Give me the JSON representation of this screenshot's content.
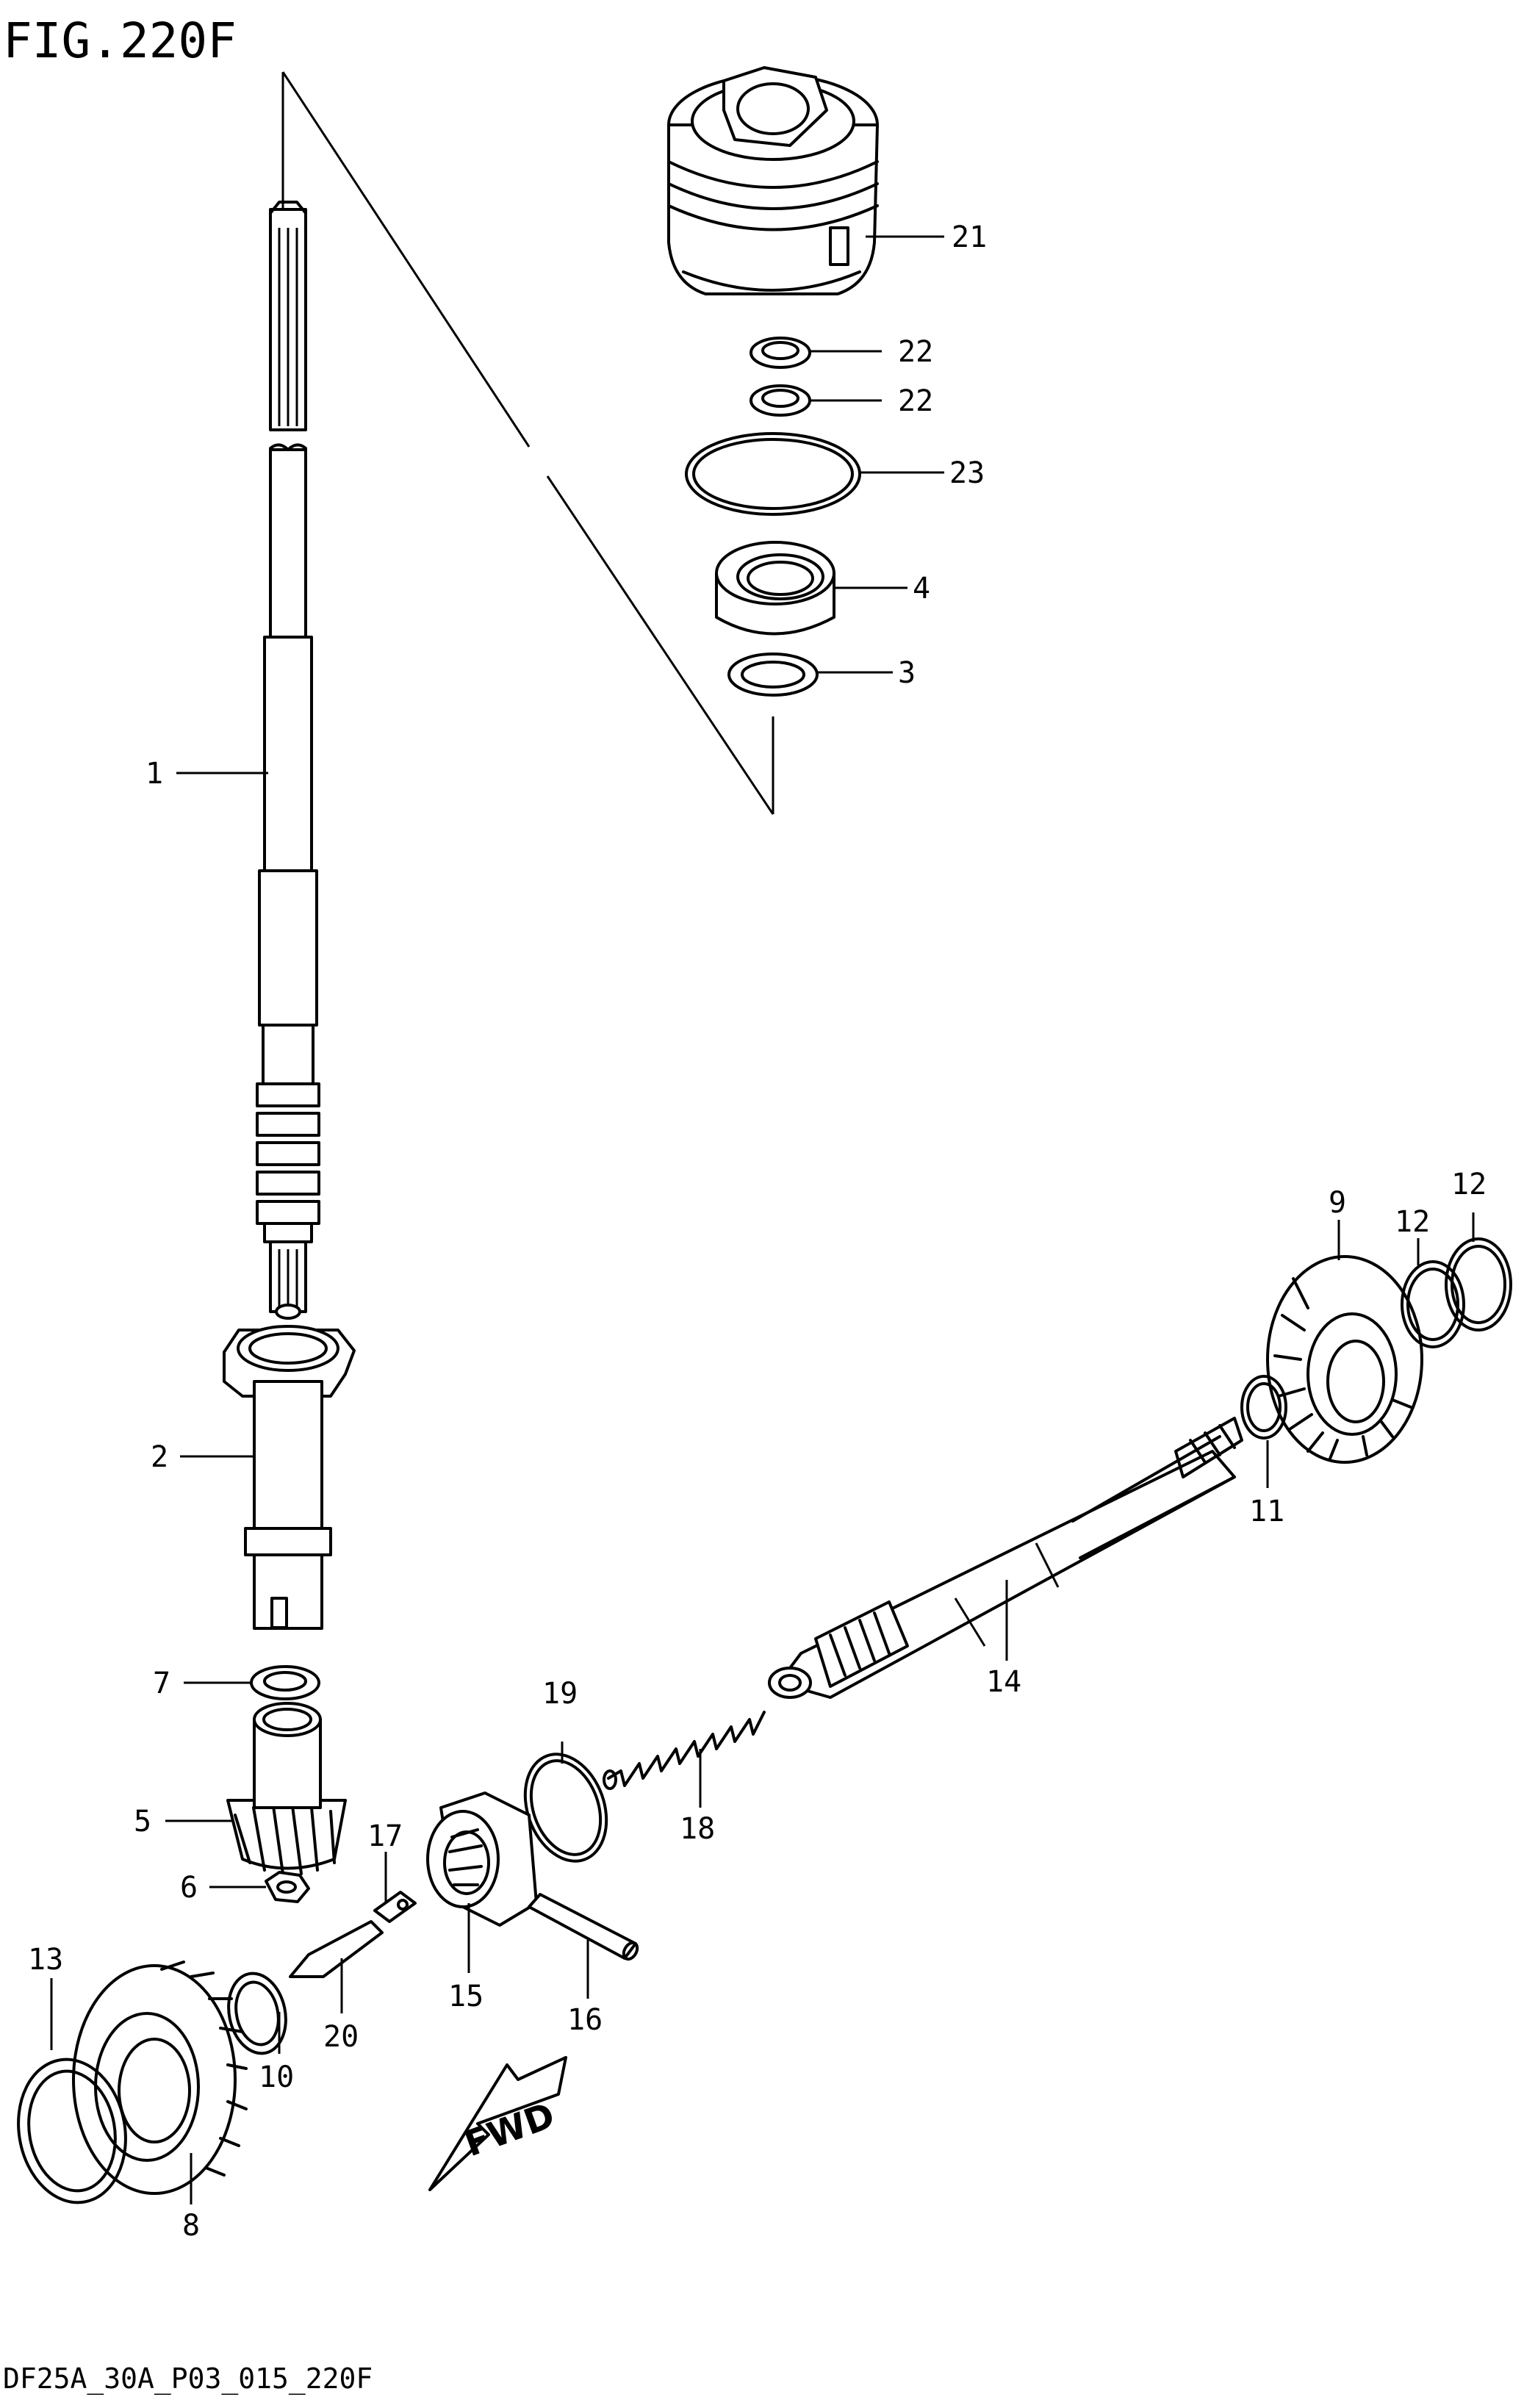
{
  "figure": {
    "title": "FIG.220F",
    "footer": "DF25A_30A_P03_015_220F",
    "direction_label": "FWD"
  },
  "parts": [
    {
      "id": "p1",
      "label": "1"
    },
    {
      "id": "p2",
      "label": "2"
    },
    {
      "id": "p3",
      "label": "3"
    },
    {
      "id": "p4",
      "label": "4"
    },
    {
      "id": "p5",
      "label": "5"
    },
    {
      "id": "p6",
      "label": "6"
    },
    {
      "id": "p7",
      "label": "7"
    },
    {
      "id": "p8",
      "label": "8"
    },
    {
      "id": "p9",
      "label": "9"
    },
    {
      "id": "p10",
      "label": "10"
    },
    {
      "id": "p11",
      "label": "11"
    },
    {
      "id": "p12a",
      "label": "12"
    },
    {
      "id": "p12b",
      "label": "12"
    },
    {
      "id": "p13",
      "label": "13"
    },
    {
      "id": "p14",
      "label": "14"
    },
    {
      "id": "p15",
      "label": "15"
    },
    {
      "id": "p16",
      "label": "16"
    },
    {
      "id": "p17",
      "label": "17"
    },
    {
      "id": "p18",
      "label": "18"
    },
    {
      "id": "p19",
      "label": "19"
    },
    {
      "id": "p20",
      "label": "20"
    },
    {
      "id": "p21",
      "label": "21"
    },
    {
      "id": "p22a",
      "label": "22"
    },
    {
      "id": "p22b",
      "label": "22"
    },
    {
      "id": "p23",
      "label": "23"
    }
  ]
}
